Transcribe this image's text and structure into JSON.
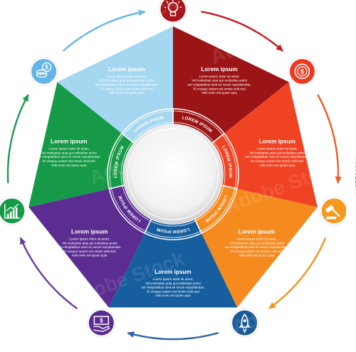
{
  "center_ring_labels": [
    "LOREM IPSUM",
    "LOREM IPSUM",
    "LOREM IPSUM",
    "LOREM IPSUM",
    "LOREM IPSUM",
    "LOREM IPSUM",
    "LOREM IPSUM"
  ],
  "segments": [
    {
      "id": "dark-red",
      "color": "#9c1516",
      "title": "Lorem ipsum",
      "body": [
        "Lorem ipsum dolor sit amet,",
        "Vel molestiae quia qui molestias animi",
        "est voluptatibus sunt ex rerum repudiandae.",
        "Et vosque autem est omnis velit sed",
        "velit enim est quam quia"
      ]
    },
    {
      "id": "red-orange",
      "color": "#ef4323",
      "title": "Lorem ipsum",
      "body": [
        "Lorem ipsum dolor sit amet,",
        "Vel molestiae quia qui molestias animi",
        "est voluptatibus sunt ex rerum repudiandae.",
        "Et vosque autem est omnis velit sed",
        "velit enim est quam quia"
      ]
    },
    {
      "id": "orange",
      "color": "#f58a1f",
      "title": "Lorem ipsum",
      "body": [
        "Lorem ipsum dolor sit amet,",
        "Vel molestiae quia qui molestias animi",
        "est voluptatibus sunt ex rerum repudiandae.",
        "Et vosque autem est omnis velit sed",
        "velit enim est quam quia"
      ]
    },
    {
      "id": "blue",
      "color": "#175e9e",
      "title": "Lorem ipsum",
      "body": [
        "Lorem ipsum dolor sit amet,",
        "Vel molestiae quia qui molestias animi",
        "est voluptatibus sunt ex rerum repudiandae.",
        "Et vosque autem est omnis velit sed",
        "velit enim est quam quia"
      ]
    },
    {
      "id": "purple",
      "color": "#5b2d91",
      "title": "Lorem ipsum",
      "body": [
        "Lorem ipsum dolor sit amet,",
        "Vel molestiae quia qui molestias animi",
        "est voluptatibus sunt ex rerum repudiandae.",
        "Et vosque autem est omnis velit sed",
        "velit enim est quam quia"
      ]
    },
    {
      "id": "green",
      "color": "#169a47",
      "title": "Lorem ipsum",
      "body": [
        "Lorem ipsum dolor sit amet,",
        "Vel molestiae quia qui molestias animi",
        "est voluptatibus sunt ex rerum repudiandae.",
        "Et vosque autem est omnis velit sed",
        "velit enim est quam quia"
      ]
    },
    {
      "id": "light-blue",
      "color": "#a5d7f0",
      "title": "Lorem ipsum",
      "body": [
        "Lorem ipsum dolor sit amet,",
        "Vel molestiae quia qui molestias animi",
        "est voluptatibus sunt ex rerum repudiandae.",
        "Et vosque autem est omnis velit sed",
        "velit enim est quam quia"
      ]
    }
  ],
  "icons": [
    {
      "name": "lightbulb-icon",
      "color": "#a8161a"
    },
    {
      "name": "dollar-target-icon",
      "color": "#ea3b22"
    },
    {
      "name": "gavel-icon",
      "color": "#f59a1f"
    },
    {
      "name": "rocket-icon",
      "color": "#1b5a96"
    },
    {
      "name": "money-hand-icon",
      "color": "#5b2d91"
    },
    {
      "name": "growth-chart-icon",
      "color": "#169a47"
    },
    {
      "name": "coins-icon",
      "color": "#62b5e5"
    }
  ],
  "watermark": "Adobe Stock",
  "stock_id": "#175726331"
}
